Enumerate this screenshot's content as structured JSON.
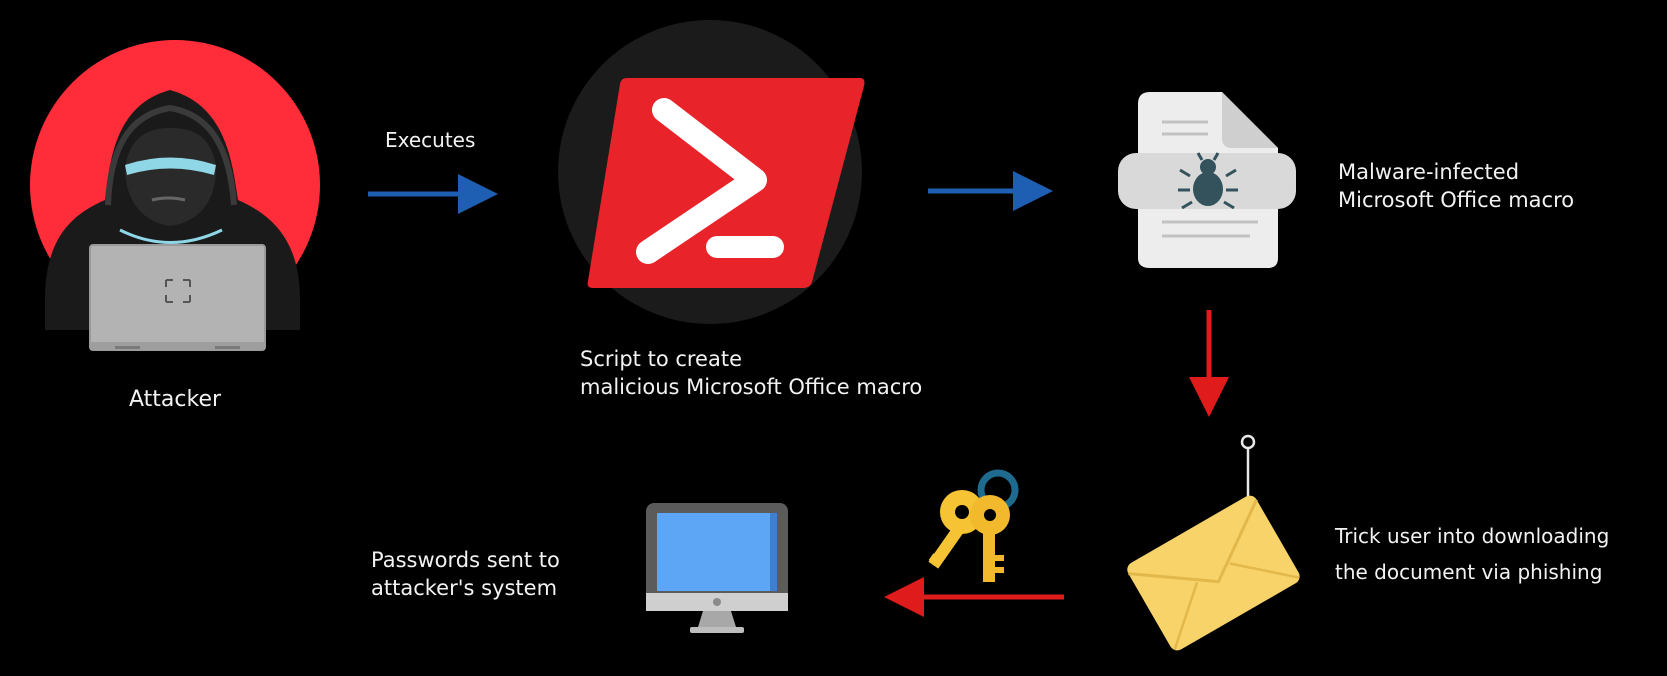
{
  "labels": {
    "attacker": "Attacker",
    "executes": "Executes",
    "script": [
      "Script to create",
      "malicious Microsoft Office macro"
    ],
    "malware": [
      "Malware-infected",
      "Microsoft Office macro"
    ],
    "phishing": [
      "Trick user into downloading",
      "the document via phishing"
    ],
    "passwords": [
      "Passwords sent to",
      "attacker's system"
    ]
  },
  "icons": [
    "hacker-icon",
    "powershell-icon",
    "infected-document-icon",
    "phishing-envelope-icon",
    "keys-icon",
    "computer-monitor-icon"
  ],
  "colors": {
    "background": "#000000",
    "blue_arrow": "#1f5fb3",
    "red_arrow": "#e01b1b",
    "powershell_red": "#e8232a",
    "hacker_circle": "#ff2d3a",
    "envelope_yellow": "#f7d36a",
    "key_yellow": "#f5c333",
    "screen_blue": "#5da6f5"
  }
}
